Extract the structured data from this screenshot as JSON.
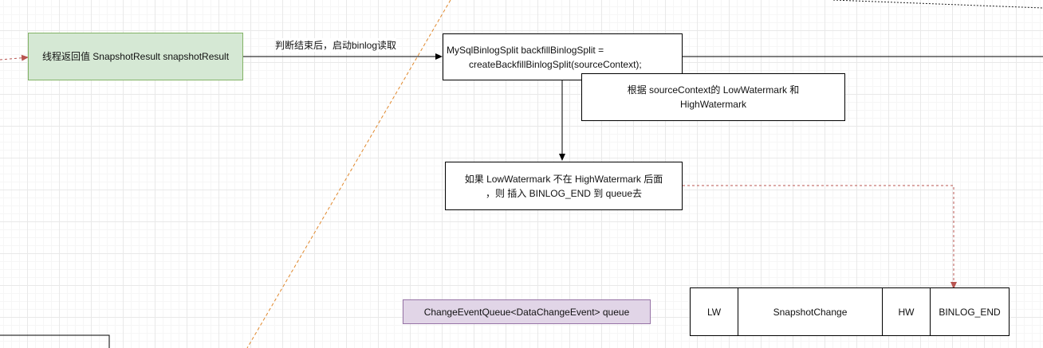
{
  "nodes": {
    "snapshot_result": "线程返回值 SnapshotResult snapshotResult",
    "backfill_line1": "MySqlBinlogSplit backfillBinlogSplit =",
    "backfill_line2": "createBackfillBinlogSplit(sourceContext);",
    "watermark_line1": "根据 sourceContext的 LowWatermark 和",
    "watermark_line2": "HighWatermark",
    "condition_line1": "如果 LowWatermark 不在 HighWatermark 后面",
    "condition_line2": "，则 插入 BINLOG_END 到 queue去",
    "queue": "ChangeEventQueue<DataChangeEvent> queue"
  },
  "edge_labels": {
    "start_binlog": "判断结束后，启动binlog读取"
  },
  "queue_cells": [
    "LW",
    "SnapshotChange",
    "HW",
    "BINLOG_END"
  ],
  "colors": {
    "green_fill": "#d5e8d4",
    "green_stroke": "#82b366",
    "purple_fill": "#e1d5e7",
    "purple_stroke": "#9673a6",
    "orange_dashed": "#e0882c",
    "red_dashed": "#b85450"
  }
}
